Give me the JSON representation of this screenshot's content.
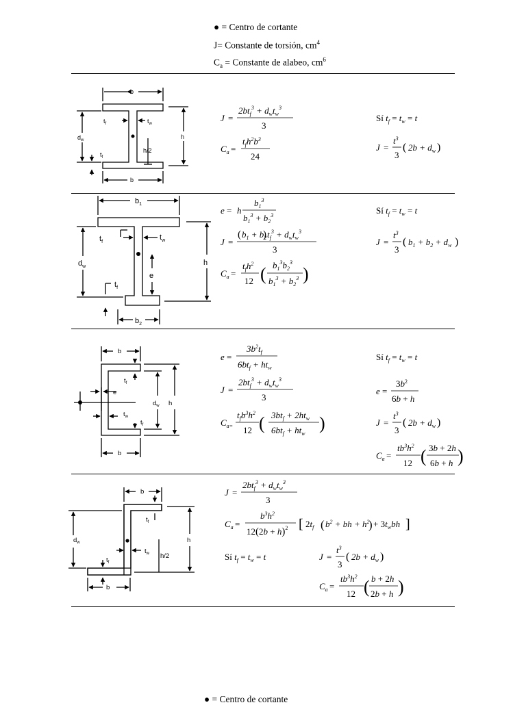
{
  "legend": {
    "shear_center": "= Centro de cortante",
    "torsion_const": "J= Constante de torsión, cm",
    "torsion_exp": "4",
    "warping_sym": "C",
    "warping_sub": "a",
    "warping_const": " = Constante de alabeo, cm",
    "warping_exp": "6"
  },
  "condition_text": "Sí",
  "labels": {
    "b": "b",
    "b1": "b",
    "b2": "b",
    "s1": "1",
    "s2": "2",
    "tf": "t",
    "tw": "t",
    "f": "f",
    "w": "w",
    "dw": "d",
    "h": "h",
    "h2": "h/2",
    "e": "e"
  },
  "bottom_legend": "= Centro de cortante"
}
